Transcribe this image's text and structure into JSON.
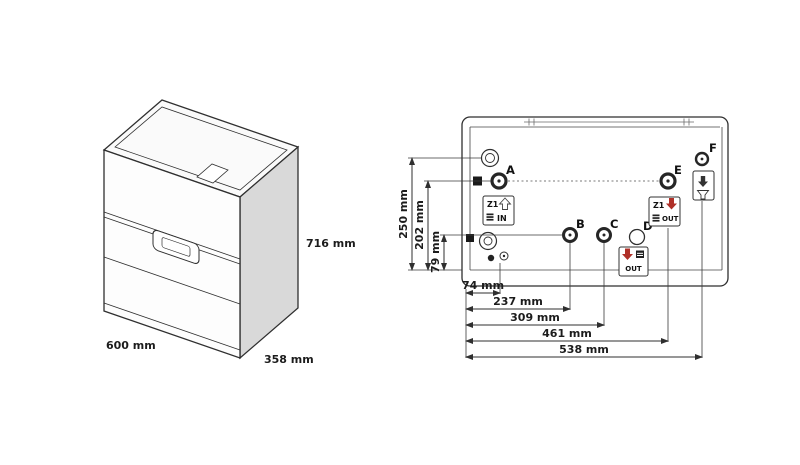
{
  "diagram": {
    "iso": {
      "height": "716 mm",
      "width": "600 mm",
      "depth": "358 mm"
    },
    "plan": {
      "connections": {
        "a": "A",
        "b": "B",
        "c": "C",
        "d": "D",
        "e": "E",
        "f": "F"
      },
      "boxes": {
        "z1_in": {
          "zone": "Z1",
          "dir": "IN"
        },
        "z1_out": {
          "zone": "Z1",
          "dir": "OUT"
        },
        "out": {
          "dir": "OUT"
        }
      },
      "vdims": [
        "250 mm",
        "202 mm",
        "79 mm"
      ],
      "hdims": [
        "74 mm",
        "237 mm",
        "309 mm",
        "461 mm",
        "538 mm"
      ]
    },
    "colors": {
      "line": "#2f2f2f",
      "accent_red": "#b03028",
      "side_shade": "#d9d9d9"
    }
  }
}
